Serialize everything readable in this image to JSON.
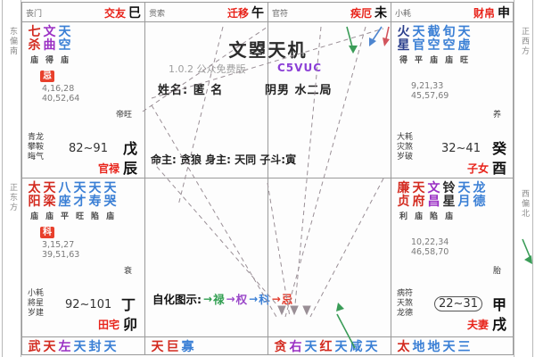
{
  "app": {
    "title": "文曌天机",
    "version": "1.0.2 公众免费版",
    "code": "C5VUC"
  },
  "center": {
    "name_label": "姓名: 匿 名",
    "gender_label": "阴男 水二局",
    "lords_label": "命主: 贪狼 身主: 天同 子斗:寅",
    "legend_label": "自化图示:",
    "legend_items": [
      "禄",
      "权",
      "科",
      "忌"
    ],
    "legend_colors": [
      "#2f9e4f",
      "#9b49c9",
      "#3a7fd5",
      "#e23b2d"
    ]
  },
  "directions": {
    "top_left": "东偏南",
    "bottom_left": "正东方",
    "top_right": "正西方",
    "bottom_right": "西偏北"
  },
  "palaces": [
    {
      "id": "si",
      "branch": "巳",
      "stem": "",
      "palace_name": "交友",
      "shensha_header": "丧门",
      "stars": [
        {
          "name": "七杀",
          "color": "#d32b20"
        },
        {
          "name": "文曲",
          "color": "#9b30c4"
        },
        {
          "name": "天空",
          "color": "#3a7fd5"
        }
      ],
      "brightness": [
        "庙",
        "得",
        "庙"
      ],
      "hua": "忌",
      "hua_color": "#e8402c",
      "ages": [
        "4,16,28",
        "40,52,64"
      ],
      "stage": "帝旺",
      "big_range": "82~91",
      "big_range_boxed": false,
      "cell_stem": "戊",
      "cell_branch": "辰",
      "cell_palace": "官禄",
      "minor": [
        "青龙",
        "攀鞍",
        "晦气"
      ]
    },
    {
      "id": "wu",
      "branch": "午",
      "palace_name": "迁移",
      "shensha_header": "贯索"
    },
    {
      "id": "wei",
      "branch": "未",
      "palace_name": "疾厄",
      "shensha_header": "官符"
    },
    {
      "id": "shen",
      "branch": "申",
      "palace_name": "财帛",
      "shensha_header": "小耗",
      "stars": [
        {
          "name": "火星",
          "color": "#2b3f8c"
        },
        {
          "name": "天官",
          "color": "#3a7fd5"
        },
        {
          "name": "截空",
          "color": "#3a7fd5"
        },
        {
          "name": "旬空",
          "color": "#3a7fd5"
        },
        {
          "name": "天虚",
          "color": "#3a7fd5"
        }
      ],
      "brightness": [
        "得",
        "平",
        "庙",
        "庙",
        "旺"
      ],
      "hua": "",
      "ages": [
        "9,21,33",
        "45,57,69"
      ],
      "stage": "养",
      "big_range": "32~41",
      "big_range_boxed": false,
      "cell_stem": "癸",
      "cell_branch": "酉",
      "cell_palace": "子女",
      "minor": [
        "大耗",
        "灾煞",
        "岁破"
      ]
    },
    {
      "id": "chen_left",
      "palace_name": "田宅",
      "stars": [
        {
          "name": "太阳",
          "color": "#d32b20"
        },
        {
          "name": "天梁",
          "color": "#d32b20"
        },
        {
          "name": "八座",
          "color": "#3a7fd5"
        },
        {
          "name": "天才",
          "color": "#3a7fd5"
        },
        {
          "name": "天寿",
          "color": "#3a7fd5"
        },
        {
          "name": "天哭",
          "color": "#3a7fd5"
        }
      ],
      "brightness": [
        "庙",
        "庙",
        "平",
        "旺",
        "陷",
        "庙"
      ],
      "hua": "科",
      "hua_color": "#e8402c",
      "ages": [
        "3,15,27",
        "39,51,63"
      ],
      "stage": "衰",
      "big_range": "92~101",
      "big_range_boxed": false,
      "cell_stem": "丁",
      "cell_branch": "卯",
      "cell_palace": "田宅",
      "minor": [
        "小耗",
        "將星",
        "岁建"
      ]
    },
    {
      "id": "xu_right",
      "palace_name": "夫妻",
      "stars": [
        {
          "name": "廉贞",
          "color": "#d32b20"
        },
        {
          "name": "天府",
          "color": "#d32b20"
        },
        {
          "name": "文昌",
          "color": "#9b30c4"
        },
        {
          "name": "铃星",
          "color": "#2b2b2b"
        },
        {
          "name": "天月",
          "color": "#3a7fd5"
        },
        {
          "name": "龙德",
          "color": "#3a7fd5"
        }
      ],
      "brightness": [
        "利",
        "庙",
        "陷",
        "庙"
      ],
      "hua": "",
      "ages": [
        "10,22,34",
        "46,58,70"
      ],
      "stage": "胎",
      "big_range": "22~31",
      "big_range_boxed": true,
      "cell_stem": "甲",
      "cell_branch": "戌",
      "cell_palace": "夫妻",
      "minor": [
        "病符",
        "天煞",
        "龙德"
      ]
    }
  ],
  "bottom_row": [
    {
      "stars": [
        "武",
        "天",
        "左",
        "天",
        "封",
        "天"
      ],
      "colors": [
        "#d32b20",
        "#d32b20",
        "#9b30c4",
        "#3a7fd5",
        "#3a7fd5",
        "#3a7fd5"
      ]
    },
    {
      "stars": [
        "天",
        "巨",
        "寡"
      ],
      "colors": [
        "#d32b20",
        "#d32b20",
        "#3a7fd5"
      ]
    },
    {
      "stars": [
        "贪",
        "右",
        "天",
        "红",
        "天",
        "咸",
        "天"
      ],
      "colors": [
        "#d32b20",
        "#9b30c4",
        "#3a7fd5",
        "#d32b20",
        "#3a7fd5",
        "#3a7fd5",
        "#3a7fd5"
      ]
    },
    {
      "stars": [
        "太",
        "地",
        "地",
        "天",
        "三"
      ],
      "colors": [
        "#d32b20",
        "#3a7fd5",
        "#3a7fd5",
        "#3a7fd5",
        "#3a7fd5"
      ]
    }
  ]
}
